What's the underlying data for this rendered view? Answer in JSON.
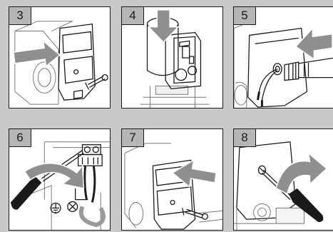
{
  "steps": [
    {
      "number": "3",
      "description": "cover-removal"
    },
    {
      "number": "4",
      "description": "cover-pressed-down"
    },
    {
      "number": "5",
      "description": "cable-gland-inserted"
    },
    {
      "number": "6",
      "description": "terminal-wiring"
    },
    {
      "number": "7",
      "description": "cover-refit"
    },
    {
      "number": "8",
      "description": "screw-tightened"
    }
  ],
  "icons": [
    "arrow-icon",
    "screwdriver-icon",
    "ground-symbol-icon",
    "screw-icon"
  ],
  "colors": {
    "background": "#c9c9c9",
    "panel": "#ffffff",
    "label_box": "#b6b6b6",
    "arrow": "#8f8f8f",
    "ink": "#1a1a1a"
  }
}
